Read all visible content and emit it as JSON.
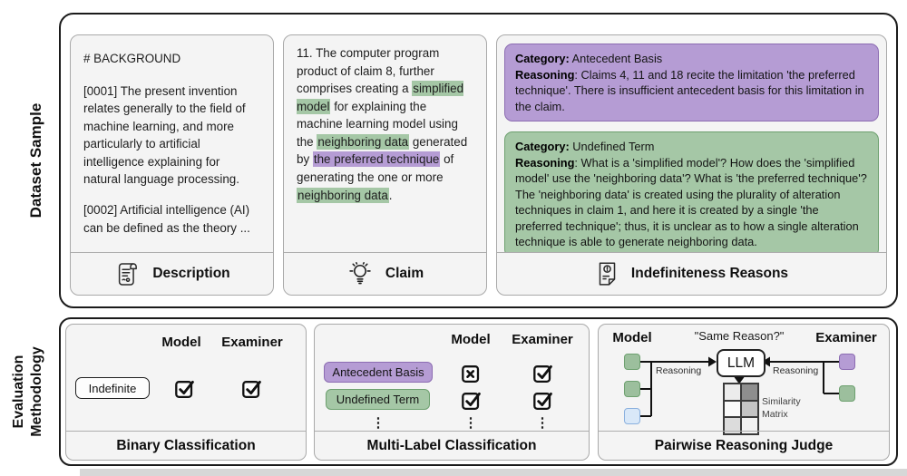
{
  "figure": {
    "dataset_section_label": "Dataset Sample",
    "evaluation_label_line1": "Evaluation",
    "evaluation_label_line2": "Methodology"
  },
  "colors": {
    "green_highlight": "#a5c7a6",
    "purple_highlight": "#b59cd4",
    "green_border": "#6da06f",
    "purple_border": "#8c6cb2",
    "blue_fill": "#d9e8f8",
    "blue_border": "#8ab0de",
    "panel_bg": "#f4f4f4"
  },
  "description_panel": {
    "heading": "# BACKGROUND",
    "para1": "[0001] The present invention relates generally to the field of machine learning, and more particularly to artificial intelligence explaining for natural language processing.",
    "para2": "[0002]  Artificial intelligence (AI) can be defined as the theory ...",
    "ellipsis": "...",
    "footer_label": "Description"
  },
  "claim_panel": {
    "segments": [
      {
        "t": "11. The computer program product of claim 8, further comprises creating a ",
        "hl": ""
      },
      {
        "t": "simplified model",
        "hl": "green"
      },
      {
        "t": " for explaining the machine learning model using the ",
        "hl": ""
      },
      {
        "t": "neighboring data",
        "hl": "green"
      },
      {
        "t": " generated by ",
        "hl": ""
      },
      {
        "t": "the preferred technique",
        "hl": "purple"
      },
      {
        "t": " of generating the one or more ",
        "hl": ""
      },
      {
        "t": "neighboring data",
        "hl": "green"
      },
      {
        "t": ".",
        "hl": ""
      }
    ],
    "footer_label": "Claim"
  },
  "reasons_panel": {
    "cards": [
      {
        "color": "purple",
        "category_label": "Category:",
        "category_value": "Antecedent Basis",
        "reasoning_label": "Reasoning",
        "reasoning_value": ": Claims 4, 11 and 18 recite the limitation 'the preferred technique'. There is insufficient antecedent basis for this limitation in the claim."
      },
      {
        "color": "green",
        "category_label": "Category:",
        "category_value": "Undefined Term",
        "reasoning_label": "Reasoning",
        "reasoning_value": ": What is a 'simplified model'? How does the 'simplified model' use the 'neighboring data'? What is 'the preferred technique'? The 'neighboring data' is created using the plurality of alteration techniques in claim 1, and here it is created by a single 'the preferred technique'; thus, it is unclear as to how a single alteration technique is able to generate neighboring data."
      }
    ],
    "footer_label": "Indefiniteness Reasons"
  },
  "binary_panel": {
    "model_header": "Model",
    "examiner_header": "Examiner",
    "row_label": "Indefinite",
    "model_mark": "check",
    "examiner_mark": "check",
    "footer_label": "Binary Classification"
  },
  "multilabel_panel": {
    "model_header": "Model",
    "examiner_header": "Examiner",
    "rows": [
      {
        "label": "Antecedent Basis",
        "color": "purple",
        "model_mark": "x",
        "examiner_mark": "check"
      },
      {
        "label": "Undefined Term",
        "color": "green",
        "model_mark": "check",
        "examiner_mark": "check"
      }
    ],
    "ellipsis": "⋮",
    "footer_label": "Multi-Label Classification"
  },
  "pairwise_panel": {
    "model_label": "Model",
    "question": "\"Same Reason?\"",
    "examiner_label": "Examiner",
    "llm_label": "LLM",
    "left_arrow_label": "Reasoning",
    "right_arrow_label": "Reasoning",
    "similarity_label_line1": "Similarity",
    "similarity_label_line2": "Matrix",
    "model_squares": [
      "green",
      "green",
      "blue"
    ],
    "examiner_squares": [
      "purple",
      "green"
    ],
    "matrix_cells": [
      "#ececec",
      "#8e8e8e",
      "#f9f9f9",
      "#c4c4c4",
      "#dcdcdc",
      "#f2f2f2"
    ],
    "footer_label": "Pairwise Reasoning Judge"
  }
}
